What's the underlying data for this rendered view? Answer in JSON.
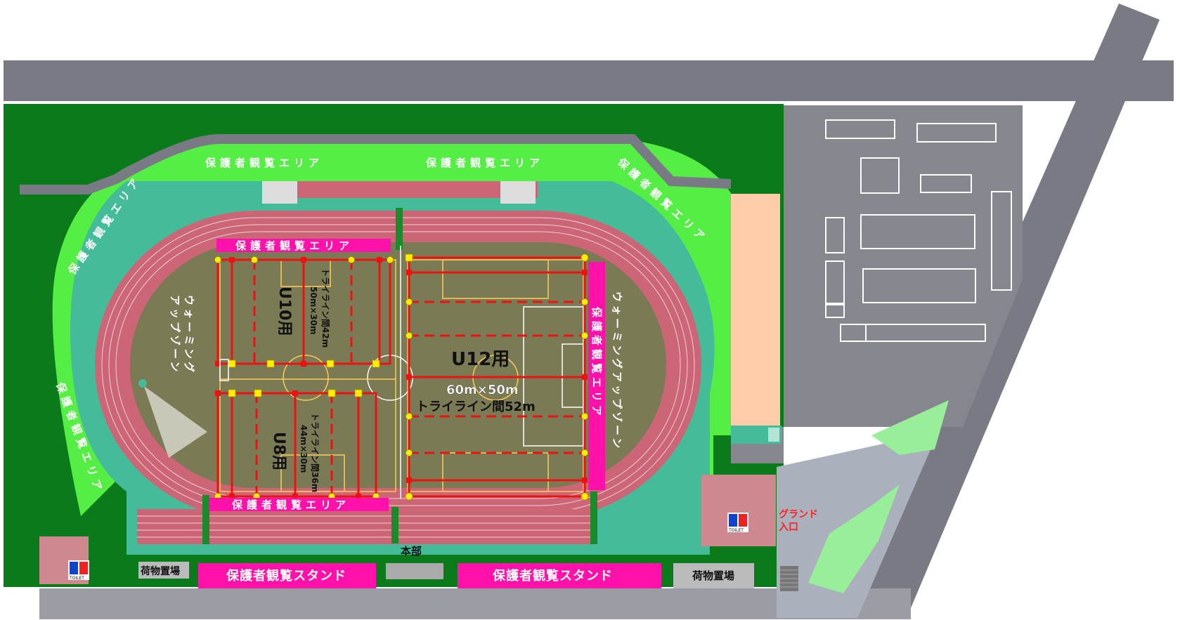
{
  "colors": {
    "road": "#7a7a84",
    "grass": "#0a7a1a",
    "spectator_green": "#55ee44",
    "teal": "#44bb99",
    "track": "#cc6677",
    "field": "#7a7a55",
    "line_red": "#ee1111",
    "marker_yellow": "#ffee00",
    "magenta": "#ff11aa",
    "peach": "#ffccaa",
    "parking": "#86868f",
    "toilet_building": "#d08890",
    "entrance_path": "#aab0bc",
    "light_green": "#99ee99"
  },
  "areas": {
    "spectator_area": "保護者観覧エリア",
    "warmup_zone": "ウォーミングアップゾーン",
    "warmup_left_line1": "ウォーミング",
    "warmup_left_line2": "アップゾーン",
    "spectator_stand": "保護者観覧スタンド",
    "luggage": "荷物置場",
    "headquarters": "本部",
    "entrance_line1": "グランド",
    "entrance_line2": "入口",
    "toilet": "TOILET"
  },
  "fields": {
    "u12": {
      "name": "U12用",
      "size": "60m×50m",
      "tryline": "トライライン間52m"
    },
    "u10": {
      "name": "U10用",
      "size": "50m×30m",
      "tryline": "トライライン間42m"
    },
    "u8": {
      "name": "U8用",
      "size": "44m×30m",
      "tryline": "トライライン間36m"
    }
  }
}
